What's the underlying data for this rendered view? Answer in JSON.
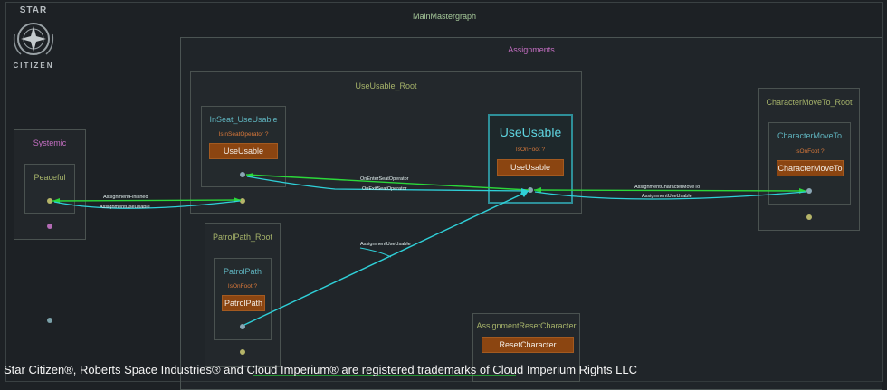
{
  "logo": {
    "line1": "STAR",
    "line2": "CITIZEN"
  },
  "graph": {
    "main_title": "MainMastergraph",
    "assignments_title": "Assignments",
    "systemic_title": "Systemic",
    "peaceful_title": "Peaceful",
    "useusable_root_title": "UseUsable_Root",
    "inseat_title": "InSeat_UseUsable",
    "inseat_condition": "IsInSeatOperator ?",
    "inseat_state": "UseUsable",
    "useusable_title": "UseUsable",
    "useusable_condition": "IsOnFoot ?",
    "useusable_state": "UseUsable",
    "charmove_root_title": "CharacterMoveTo_Root",
    "charmove_title": "CharacterMoveTo",
    "charmove_condition": "IsOnFoot ?",
    "charmove_state": "CharacterMoveTo",
    "patrol_root_title": "PatrolPath_Root",
    "patrol_title": "PatrolPath",
    "patrol_condition": "IsOnFoot ?",
    "patrol_state": "PatrolPath",
    "reset_title": "AssignmentResetCharacter",
    "reset_state": "ResetCharacter"
  },
  "edges": {
    "assignment_finished": "AssignmentFinished",
    "assignment_use_usable_1": "AssignmentUseUsable",
    "on_enter_seat": "OnEnterSeatOperator",
    "on_exit_seat": "OnExitSeatOperator",
    "assignment_char_move": "AssignmentCharacterMoveTo",
    "assignment_use_usable_2": "AssignmentUseUsable",
    "assignment_use_usable_3": "AssignmentUseUsable"
  },
  "colors": {
    "green_edge": "#2bd83a",
    "cyan_edge": "#2fd0d8",
    "state_fill": "#8b4511",
    "condition_text": "#d9783a"
  },
  "footer": "Star Citizen®, Roberts Space Industries® and Cloud Imperium® are registered trademarks of Cloud Imperium Rights LLC"
}
